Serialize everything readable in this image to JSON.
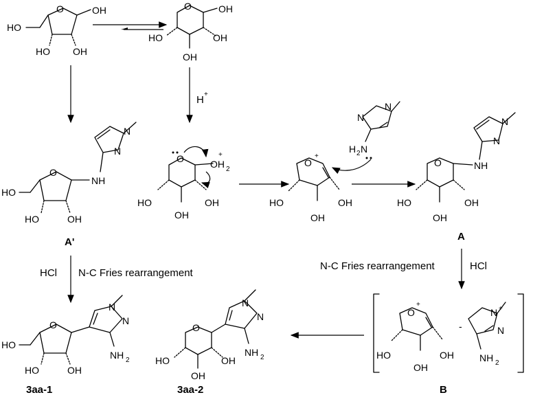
{
  "atoms": {
    "OH": "OH",
    "HO": "HO",
    "O": "O",
    "N": "N",
    "NH": "NH",
    "H": "H",
    "H2N": "H",
    "NH2": "NH",
    "OH2": "OH",
    "two": "2",
    "plus": "+",
    "minus": "-"
  },
  "labels": {
    "hplus": "H",
    "a_prime": "A'",
    "a": "A",
    "b": "B",
    "p1": "3aa-1",
    "p2": "3aa-2",
    "hcl": "HCl",
    "fries": "N-C Fries rearrangement"
  }
}
